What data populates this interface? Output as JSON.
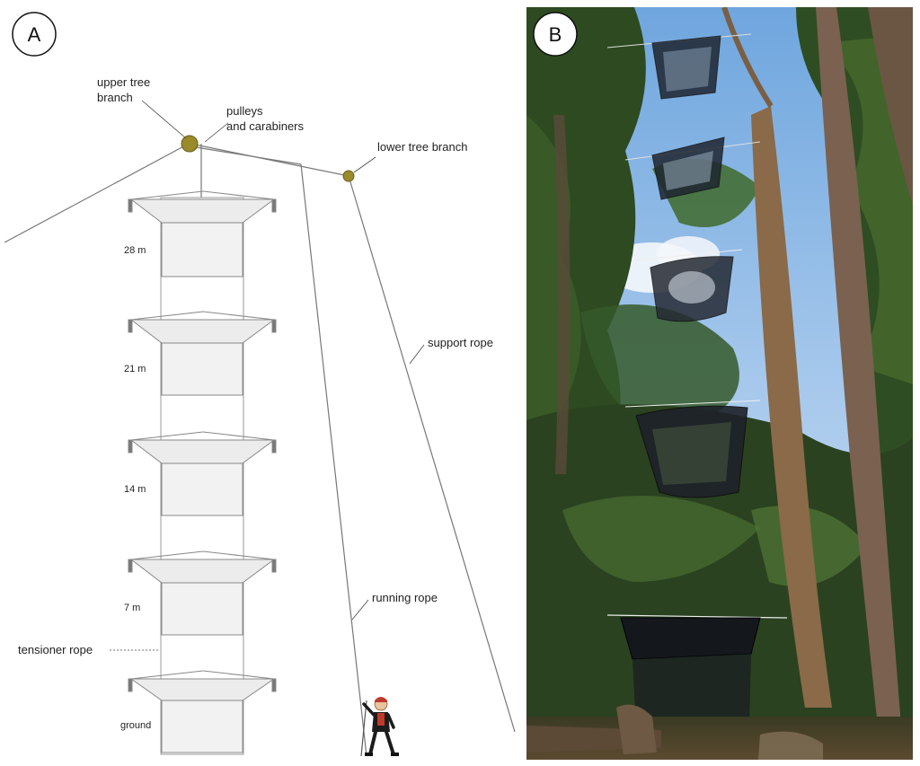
{
  "panel_a": {
    "letter": "A",
    "labels": {
      "upper_branch_1": "upper tree",
      "upper_branch_2": "branch",
      "pulleys_1": "pulleys",
      "pulleys_2": "and carabiners",
      "lower_branch": "lower tree branch",
      "support_rope": "support rope",
      "running_rope": "running rope",
      "tensioner_rope": "tensioner rope"
    },
    "levels": [
      "28 m",
      "21 m",
      "14 m",
      "7 m",
      "ground"
    ]
  },
  "panel_b": {
    "letter": "B"
  },
  "colors": {
    "branch_knot": "#9a8a2a",
    "rope": "#777777",
    "trap_fill": "#e6e6e6",
    "sky": "#7fb0e0",
    "foliage": "#2f4a22"
  }
}
